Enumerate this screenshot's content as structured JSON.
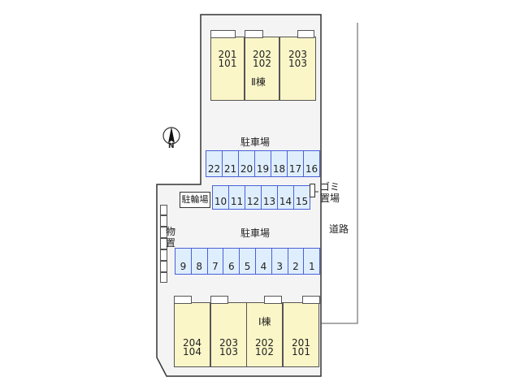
{
  "building_2": {
    "label": "Ⅱ棟",
    "units": [
      {
        "upper": "201",
        "lower": "101"
      },
      {
        "upper": "202",
        "lower": "102"
      },
      {
        "upper": "203",
        "lower": "103"
      }
    ]
  },
  "building_1": {
    "label": "Ⅰ棟",
    "units": [
      {
        "upper": "204",
        "lower": "104"
      },
      {
        "upper": "203",
        "lower": "103"
      },
      {
        "upper": "202",
        "lower": "102"
      },
      {
        "upper": "201",
        "lower": "101"
      }
    ]
  },
  "parking_label_top": "駐車場",
  "parking_label_bottom": "駐車場",
  "parking_row_top": [
    "22",
    "21",
    "20",
    "19",
    "18",
    "17",
    "16"
  ],
  "parking_row_middle": [
    "10",
    "11",
    "12",
    "13",
    "14",
    "15"
  ],
  "parking_row_bottom": [
    "9",
    "8",
    "7",
    "6",
    "5",
    "4",
    "3",
    "2",
    "1"
  ],
  "bicycle_parking": "駐輪場",
  "garbage_area": [
    "ゴミ",
    "置場"
  ],
  "storage": [
    "物",
    "置"
  ],
  "road": "道路",
  "compass": "N",
  "colors": {
    "building": "#fbf6c8",
    "parking": "#dfeefc",
    "parking_border": "#4a5fd8",
    "lot": "#f4f4f4"
  }
}
